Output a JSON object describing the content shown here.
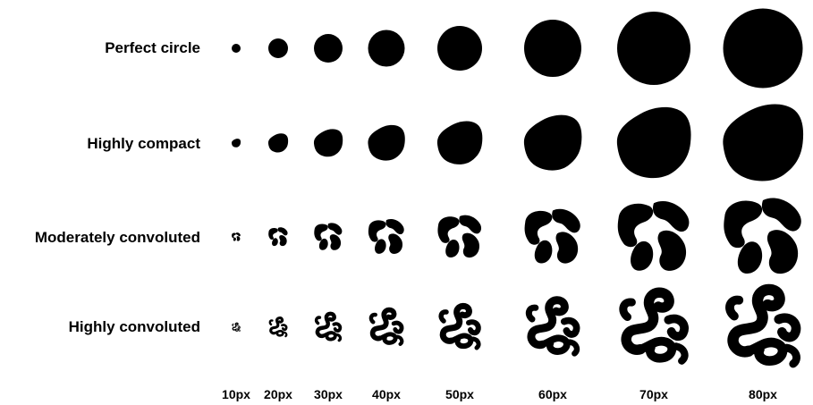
{
  "rows": [
    {
      "label": "Perfect circle",
      "shape": "circle"
    },
    {
      "label": "Highly compact",
      "shape": "compact-blob"
    },
    {
      "label": "Moderately convoluted",
      "shape": "moderately-convoluted-blob"
    },
    {
      "label": "Highly convoluted",
      "shape": "highly-convoluted-blob"
    }
  ],
  "columns": [
    {
      "label": "10px",
      "size": 10
    },
    {
      "label": "20px",
      "size": 20
    },
    {
      "label": "30px",
      "size": 30
    },
    {
      "label": "40px",
      "size": 40
    },
    {
      "label": "50px",
      "size": 50
    },
    {
      "label": "60px",
      "size": 60
    },
    {
      "label": "70px",
      "size": 70
    },
    {
      "label": "80px",
      "size": 80
    }
  ],
  "colors": {
    "shape_fill": "#000000",
    "background": "#ffffff"
  }
}
